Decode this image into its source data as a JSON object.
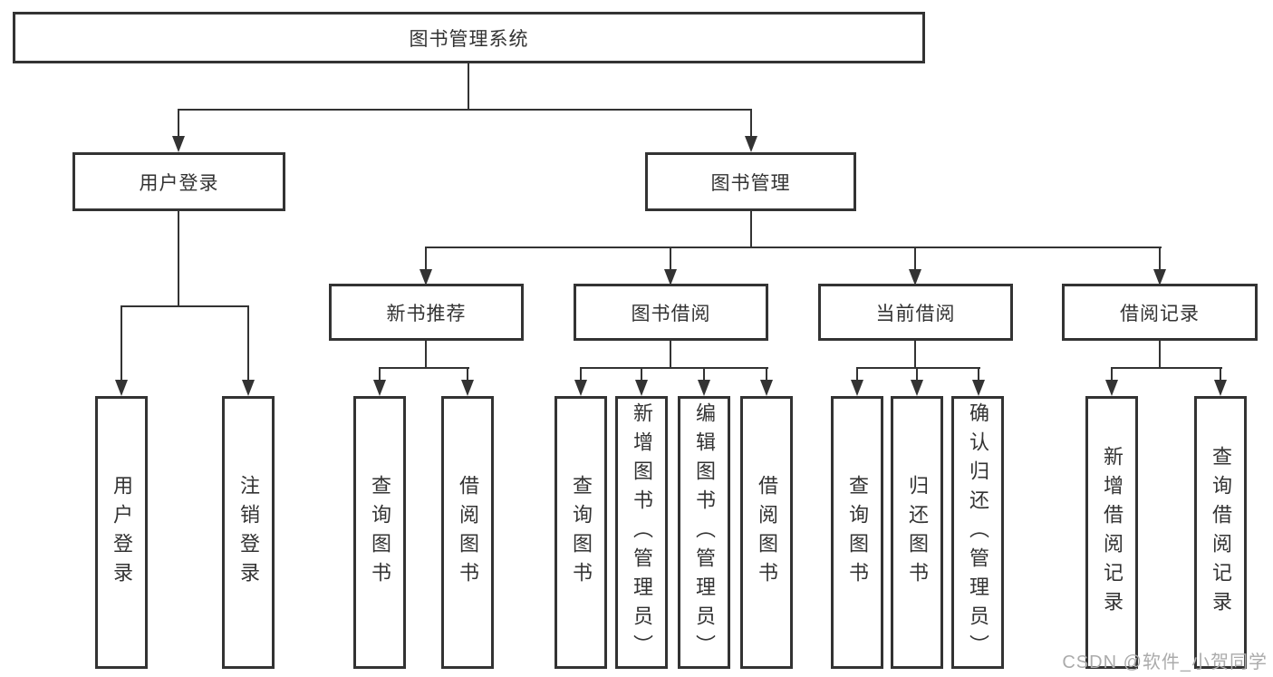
{
  "diagram": {
    "title": "图书管理系统",
    "user_branch": {
      "label": "用户登录",
      "children": [
        "用户登录",
        "注销登录"
      ]
    },
    "mgmt_branch": {
      "label": "图书管理",
      "sections": [
        {
          "label": "新书推荐",
          "children": [
            "查询图书",
            "借阅图书"
          ]
        },
        {
          "label": "图书借阅",
          "children": [
            "查询图书",
            "新增图书（管理员）",
            "编辑图书（管理员）",
            "借阅图书"
          ]
        },
        {
          "label": "当前借阅",
          "children": [
            "查询图书",
            "归还图书",
            "确认归还（管理员）"
          ]
        },
        {
          "label": "借阅记录",
          "children": [
            "新增借阅记录",
            "查询借阅记录"
          ]
        }
      ]
    }
  },
  "watermark": {
    "text": "CSDN @软件_小贺同学"
  },
  "colors": {
    "line": "#333333",
    "box_border": "#333333",
    "text": "#333333",
    "watermark_gray": "#ababab",
    "background": "#ffffff"
  }
}
